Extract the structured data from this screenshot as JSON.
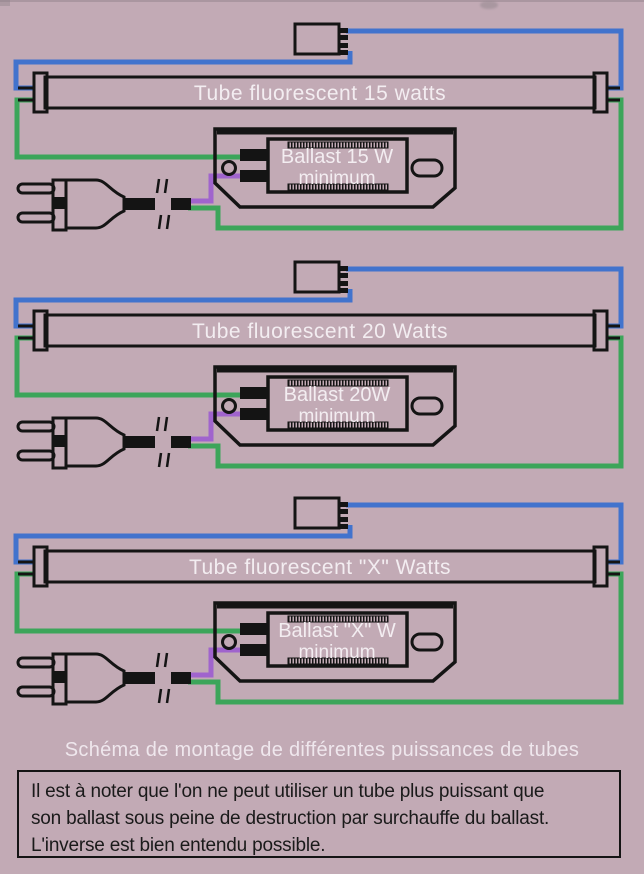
{
  "colors": {
    "bg": "#c2aab5",
    "wire-blue": "#4173cd",
    "wire-green": "#3ca55a",
    "wire-purple": "#a064cd",
    "ink": "#141414",
    "label-white": "#f3edf1",
    "caption": "#efe7ed",
    "note-text": "#1a1a1a"
  },
  "sections": [
    {
      "tube_label": "Tube fluorescent 15 watts",
      "ballast_line1": "Ballast 15 W",
      "ballast_line2": "minimum"
    },
    {
      "tube_label": "Tube fluorescent 20 Watts",
      "ballast_line1": "Ballast 20W",
      "ballast_line2": "minimum"
    },
    {
      "tube_label": "Tube fluorescent \"X\" Watts",
      "ballast_line1": "Ballast \"X\" W",
      "ballast_line2": "minimum"
    }
  ],
  "caption": "Schéma de montage de différentes puissances de tubes",
  "note": {
    "lines": [
      "Il est à noter que l'on ne peut utiliser un tube plus puissant que",
      "son ballast sous peine de destruction par surchauffe du ballast.",
      "L'inverse est bien entendu possible."
    ]
  }
}
